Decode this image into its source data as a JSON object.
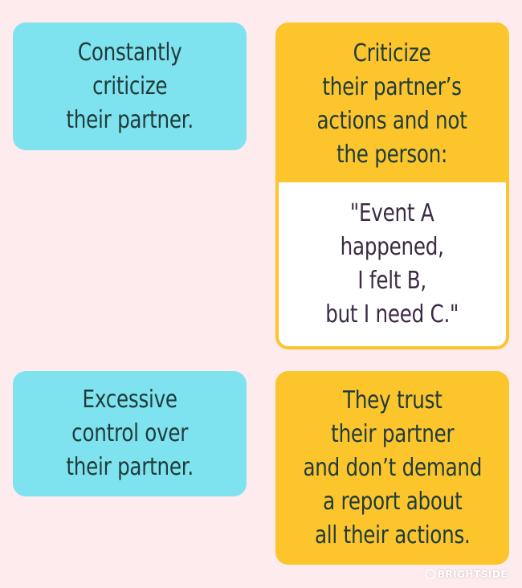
{
  "cards": {
    "blue_1": "Constantly\ncriticize\ntheir partner.",
    "yellow_1": {
      "top": "Criticize\ntheir partner’s\nactions and not\nthe person:",
      "quote": "\"Event A\nhappened,\nI felt B,\nbut I need C.\""
    },
    "blue_2": "Excessive\ncontrol over\ntheir partner.",
    "yellow_2": "They trust\ntheir partner\nand don’t demand\na report about\nall their actions."
  },
  "watermark": {
    "symbol": "©",
    "text": "BRIGHTSIDE"
  },
  "colors": {
    "background": "#fdebee",
    "blue_card": "#7fe3ef",
    "yellow_card": "#fcc52c",
    "text": "#1f3b3b"
  }
}
